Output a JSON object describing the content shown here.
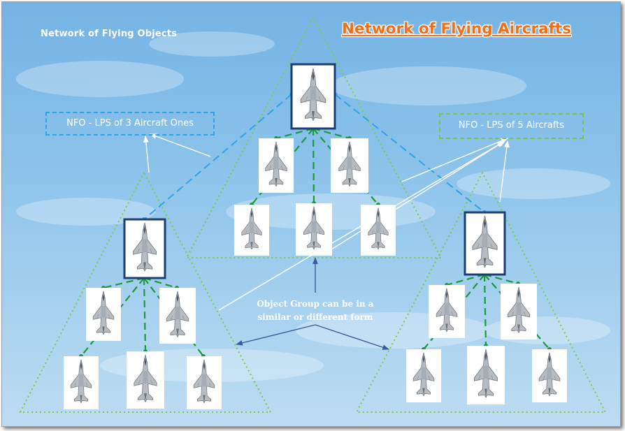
{
  "header": {
    "left_title": "Network of Flying Objects",
    "right_title": "Network of Flying Aircrafts"
  },
  "labels": {
    "nfo_left": "NFO - LPS of 3 Aircraft Ones",
    "nfo_right": "NFO - LPS of 5 Aircrafts",
    "center_note_line1": "Object Group can be in a",
    "center_note_line2": "similar or different form"
  },
  "colors": {
    "sky": "#84bde8",
    "title_orange": "#f07018",
    "lead_border": "#1a3f73",
    "link_blue": "#2da3e6",
    "link_green": "#1a9a3a",
    "triangle_outline": "#7ccc3c",
    "arrow_white": "#ffffff",
    "arrow_navy": "#3b5a9a"
  },
  "icons": [
    "fighter-jet-icon"
  ]
}
